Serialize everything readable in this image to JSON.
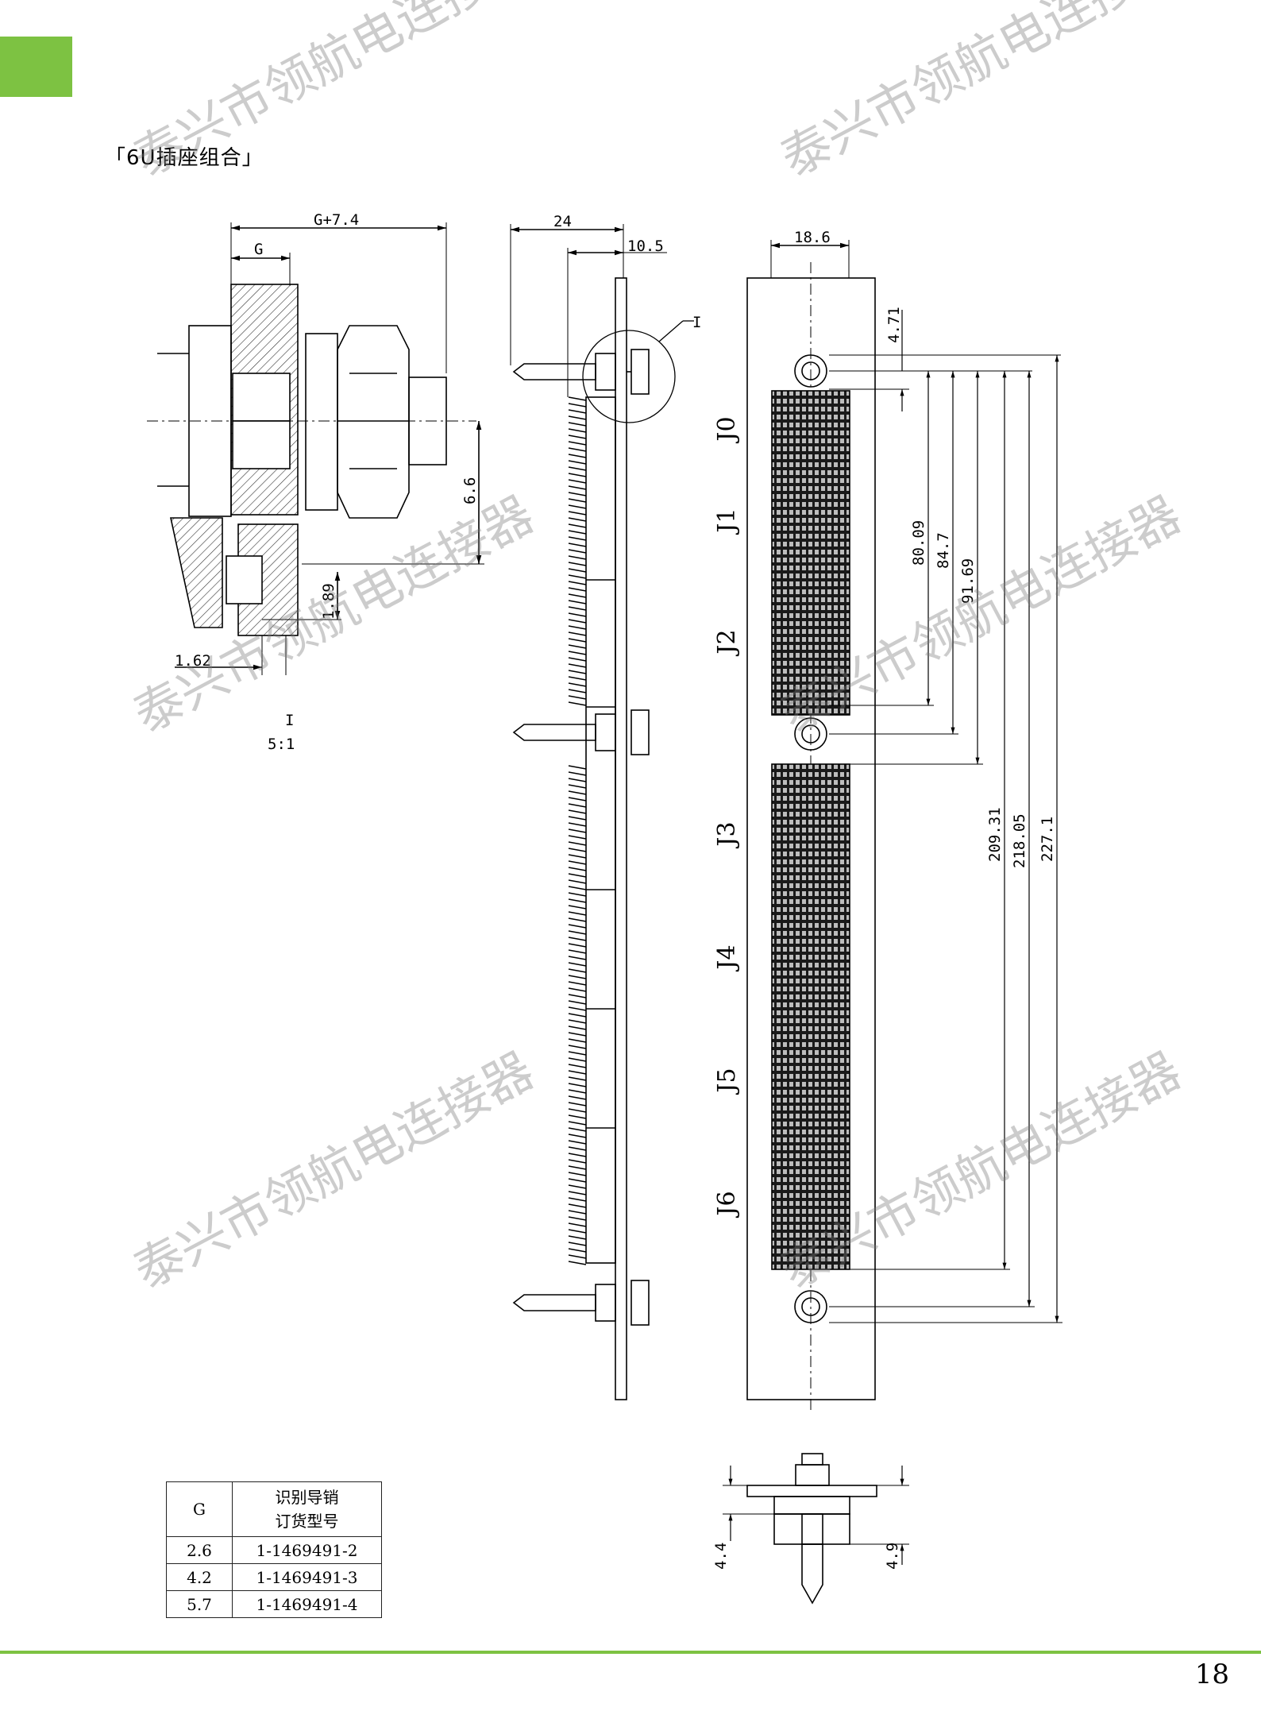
{
  "header": {
    "section_title": "「6U插座组合」",
    "accent_color": "#7dc242"
  },
  "watermark": {
    "text": "泰兴市领航电连接器"
  },
  "detail_view": {
    "dimensions": {
      "g_plus": "G+7.4",
      "g": "G",
      "d_6_6": "6.6",
      "d_1_89": "1.89",
      "d_1_62": "1.62"
    },
    "label_view": "I",
    "label_scale": "5:1"
  },
  "side_view": {
    "dimensions": {
      "d_24": "24",
      "d_10_5": "10.5"
    },
    "detail_callout": "I"
  },
  "front_view": {
    "dimensions": {
      "width": "18.6",
      "d_4_71": "4.71",
      "d_80_09": "80.09",
      "d_84_7": "84.7",
      "d_91_69": "91.69",
      "d_209_31": "209.31",
      "d_218_05": "218.05",
      "d_227_1": "227.1"
    },
    "j_labels": [
      "J0",
      "J1",
      "J2",
      "J3",
      "J4",
      "J5",
      "J6"
    ]
  },
  "pin_view": {
    "dimensions": {
      "d_4_4": "4.4",
      "d_4_9": "4.9"
    }
  },
  "order_table": {
    "header_g": "G",
    "header_part_line1": "识别导销",
    "header_part_line2": "订货型号",
    "rows": [
      {
        "g": "2.6",
        "part": "1-1469491-2"
      },
      {
        "g": "4.2",
        "part": "1-1469491-3"
      },
      {
        "g": "5.7",
        "part": "1-1469491-4"
      }
    ]
  },
  "footer": {
    "page_number": "18"
  }
}
